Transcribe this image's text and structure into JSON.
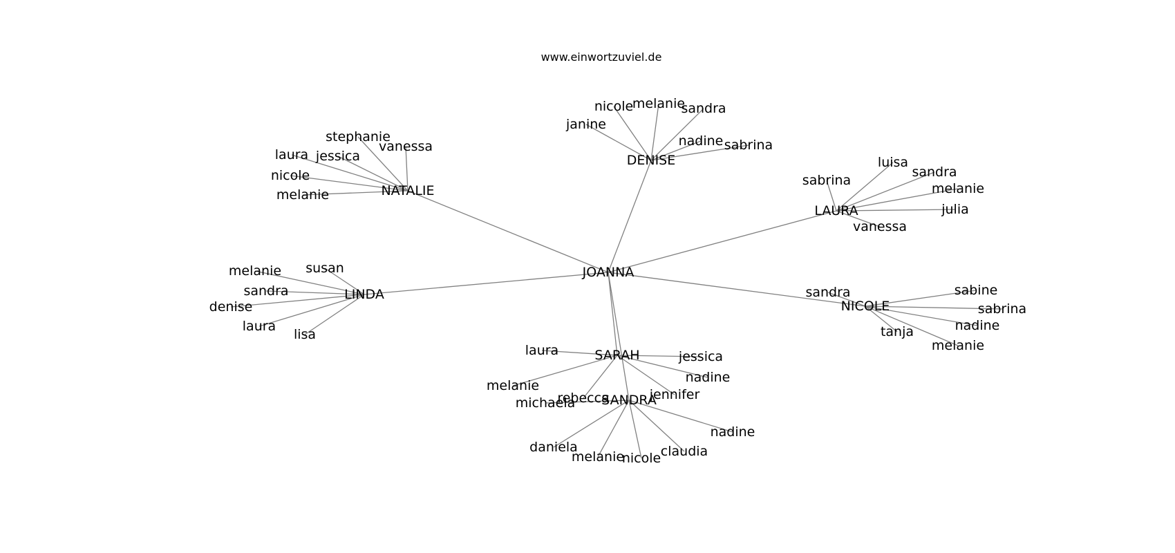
{
  "site_title": "www.einwortzuviel.de",
  "colors": {
    "edge": "#808080",
    "text": "#000000",
    "background": "#ffffff"
  },
  "graph": {
    "center": "JOANNA",
    "hubs": [
      {
        "name": "NATALIE",
        "children": [
          "stephanie",
          "vanessa",
          "laura",
          "jessica",
          "nicole",
          "melanie"
        ]
      },
      {
        "name": "DENISE",
        "children": [
          "nicole",
          "melanie",
          "sandra",
          "janine",
          "nadine",
          "sabrina"
        ]
      },
      {
        "name": "LAURA",
        "children": [
          "luisa",
          "sandra",
          "sabrina",
          "melanie",
          "julia",
          "vanessa"
        ]
      },
      {
        "name": "LINDA",
        "children": [
          "melanie",
          "susan",
          "sandra",
          "denise",
          "laura",
          "lisa"
        ]
      },
      {
        "name": "NICOLE",
        "children": [
          "sandra",
          "sabine",
          "sabrina",
          "nadine",
          "tanja",
          "melanie"
        ]
      },
      {
        "name": "SARAH",
        "children": [
          "laura",
          "jessica",
          "nadine",
          "melanie",
          "rebecca",
          "jennifer"
        ]
      },
      {
        "name": "SANDRA",
        "children": [
          "michaela",
          "nadine",
          "daniela",
          "melanie",
          "nicole",
          "claudia"
        ]
      }
    ]
  }
}
